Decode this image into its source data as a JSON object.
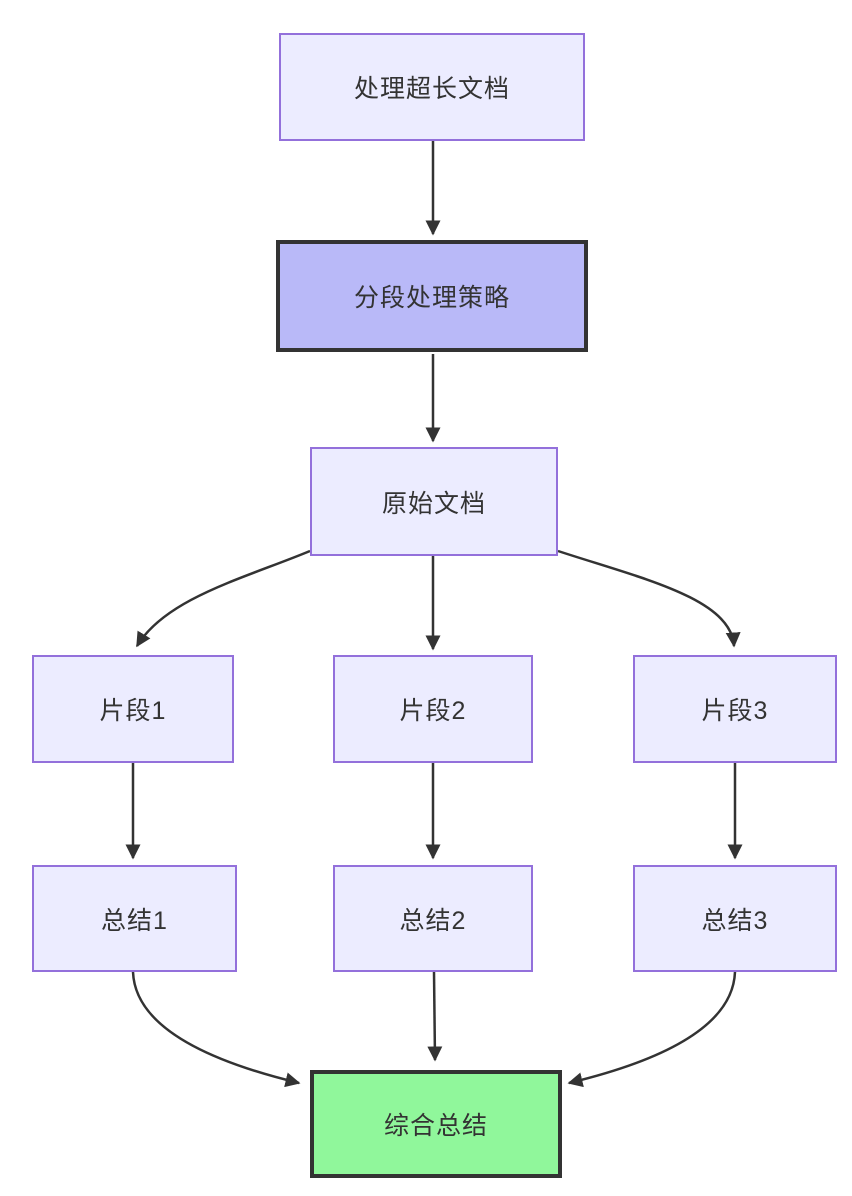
{
  "diagram": {
    "type": "flowchart",
    "direction": "top-down",
    "nodes": {
      "start": {
        "label": "处理超长文档",
        "style": "default"
      },
      "strategy": {
        "label": "分段处理策略",
        "style": "highlight"
      },
      "original": {
        "label": "原始文档",
        "style": "default"
      },
      "segment1": {
        "label": "片段1",
        "style": "default"
      },
      "segment2": {
        "label": "片段2",
        "style": "default"
      },
      "segment3": {
        "label": "片段3",
        "style": "default"
      },
      "summary1": {
        "label": "总结1",
        "style": "default"
      },
      "summary2": {
        "label": "总结2",
        "style": "default"
      },
      "summary3": {
        "label": "总结3",
        "style": "default"
      },
      "final": {
        "label": "综合总结",
        "style": "success"
      }
    },
    "edges": [
      {
        "from": "处理超长文档",
        "to": "分段处理策略"
      },
      {
        "from": "分段处理策略",
        "to": "原始文档"
      },
      {
        "from": "原始文档",
        "to": "片段1"
      },
      {
        "from": "原始文档",
        "to": "片段2"
      },
      {
        "from": "原始文档",
        "to": "片段3"
      },
      {
        "from": "片段1",
        "to": "总结1"
      },
      {
        "from": "片段2",
        "to": "总结2"
      },
      {
        "from": "片段3",
        "to": "总结3"
      },
      {
        "from": "总结1",
        "to": "综合总结"
      },
      {
        "from": "总结2",
        "to": "综合总结"
      },
      {
        "from": "总结3",
        "to": "综合总结"
      }
    ],
    "colors": {
      "background": "#ffffff",
      "node_fill": "#ECECFF",
      "node_border": "#9370DB",
      "highlight_fill": "#B9B9F8",
      "highlight_border": "#333333",
      "success_fill": "#90F79B",
      "success_border": "#333333",
      "arrow": "#333333",
      "text": "#333333"
    }
  }
}
